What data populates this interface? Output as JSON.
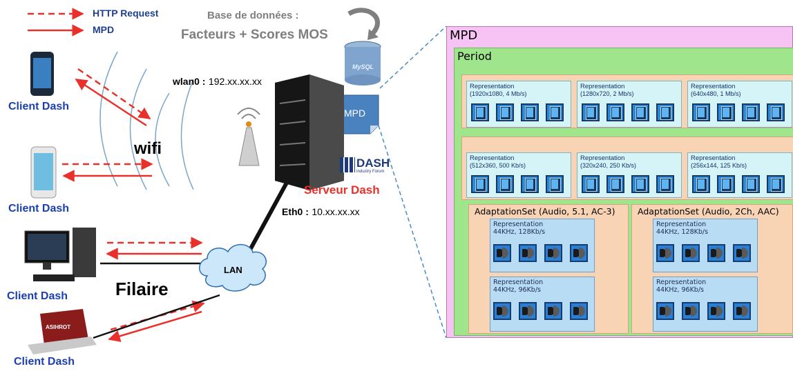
{
  "legend": {
    "http_label": "HTTP Request",
    "mpd_label": "MPD"
  },
  "database": {
    "title_line1": "Base de données :",
    "title_line2": "Facteurs + Scores MOS",
    "badge": "MySQL"
  },
  "clients": [
    {
      "label": "Client Dash",
      "type": "smartphone"
    },
    {
      "label": "Client Dash",
      "type": "smartphone"
    },
    {
      "label": "Client Dash",
      "type": "desktop"
    },
    {
      "label": "Client Dash",
      "type": "laptop"
    }
  ],
  "laptop_brand": "ASIHROT",
  "network": {
    "wifi_label": "wifi",
    "wired_label": "Filaire",
    "lan_label": "LAN",
    "wlan_name": "wlan0 :",
    "wlan_ip": "192.xx.xx.xx",
    "eth_name": "Eth0 :",
    "eth_ip": "10.xx.xx.xx"
  },
  "server": {
    "label": "Serveur Dash",
    "mpd_file": "MPD",
    "dash_logo": "DASH",
    "dash_logo_sub": "Industry Forum"
  },
  "colors": {
    "http": "#e8312a",
    "mpd": "#e8312a",
    "client_text": "#1a3fb0",
    "server_text": "#e8312a",
    "mpd_bg": "#f6c3f4",
    "period_bg": "#9ee58c",
    "adaptation_bg": "#f8d3b4",
    "video_rep_bg": "#d4f4f8",
    "audio_rep_bg": "#b9dcf5"
  },
  "mpd": {
    "title": "MPD",
    "period_title": "Period",
    "video_sets": [
      {
        "representations": [
          {
            "title": "Representation",
            "detail": "(1920x1080, 4 Mb/s)",
            "segments": 4
          },
          {
            "title": "Representation",
            "detail": "(1280x720, 2 Mb/s)",
            "segments": 4
          },
          {
            "title": "Representation",
            "detail": "(640x480, 1 Mb/s)",
            "segments": 4
          }
        ]
      },
      {
        "representations": [
          {
            "title": "Representation",
            "detail": "(512x360, 500 Kb/s)",
            "segments": 4
          },
          {
            "title": "Representation",
            "detail": "(320x240, 250 Kb/s)",
            "segments": 4
          },
          {
            "title": "Representation",
            "detail": "(256x144, 125 Kb/s)",
            "segments": 4
          }
        ]
      }
    ],
    "audio_sets": [
      {
        "title": "AdaptationSet (Audio, 5.1, AC-3)",
        "representations": [
          {
            "title": "Representation",
            "detail": "44KHz, 128Kb/s",
            "segments": 4
          },
          {
            "title": "Representation",
            "detail": "44KHz, 96Kb/s",
            "segments": 4
          }
        ]
      },
      {
        "title": "AdaptationSet (Audio, 2Ch, AAC)",
        "representations": [
          {
            "title": "Representation",
            "detail": "44KHz, 128Kb/s",
            "segments": 4
          },
          {
            "title": "Representation",
            "detail": "44KHz, 96Kb/s",
            "segments": 4
          }
        ]
      }
    ]
  }
}
